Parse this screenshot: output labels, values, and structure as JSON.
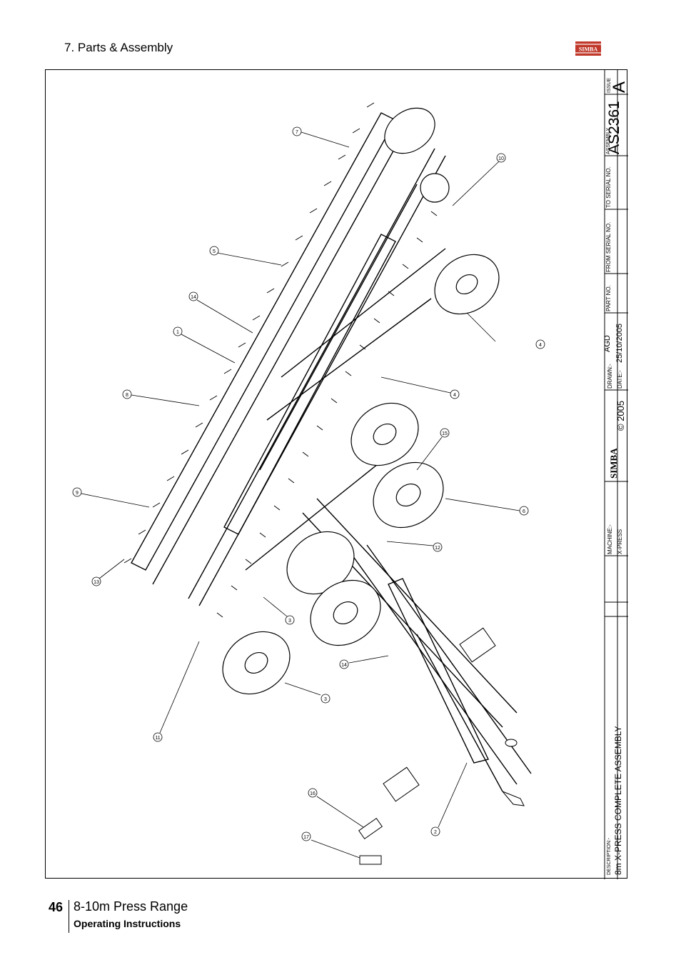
{
  "header": {
    "section_title": "7. Parts & Assembly",
    "logo_text": "SIMBA",
    "brand_color": "#c0392b"
  },
  "title_block": {
    "issue_label": "ISSUE",
    "issue_value": "A",
    "assembly_label": "ASSEMBLY",
    "assembly_value": "AS2361",
    "to_serial_label": "TO SERIAL NO.",
    "from_serial_label": "FROM SERIAL NO.",
    "part_no_label": "PART NO.",
    "drawn_label": "DRAWN:-",
    "drawn_value": "AGD",
    "date_label": "DATE:-",
    "date_value": "25/10/2005",
    "copyright": "© 2005",
    "logo_text": "SIMBA",
    "machine_label": "MACHINE:-",
    "machine_value": "X-PRESS",
    "description_label": "DESCRIPTION:-",
    "description_value": "8m X-PRESS COMPLETE  ASSEMBLY"
  },
  "callouts": [
    "1",
    "2",
    "3",
    "3",
    "4",
    "4",
    "5",
    "6",
    "7",
    "8",
    "9",
    "10",
    "11",
    "12",
    "13",
    "14",
    "14",
    "15",
    "16",
    "17"
  ],
  "footer": {
    "page_number": "46",
    "range": "8-10m Press Range",
    "subtitle": "Operating Instructions"
  }
}
